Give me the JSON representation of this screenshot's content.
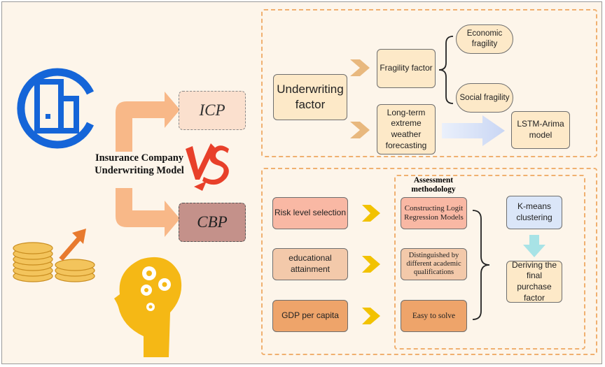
{
  "left": {
    "title_line1": "Insurance Company",
    "title_line2": "Underwriting Model",
    "icp": "ICP",
    "cbp": "CBP",
    "vs_icon": "vs-icon",
    "building_icon": "building-logo-icon",
    "coins_icon": "coins-growth-icon",
    "head_icon": "head-gears-icon"
  },
  "top": {
    "underwriting": "Underwriting factor",
    "fragility": "Fragility factor",
    "economic": "Economic fragility",
    "social": "Social fragility",
    "weather": "Long-term extreme weather forecasting",
    "lstm": "LSTM-Arima model"
  },
  "bottom": {
    "factors": [
      "Risk level selection",
      "educational attainment",
      "GDP per capita"
    ],
    "assessment_title": "Assessment methodology",
    "methods": [
      "Constructing Logit Regression Models",
      "Distinguished by different academic qualifications",
      "Easy to solve"
    ],
    "kmeans": "K-means clustering",
    "final": "Deriving the final purchase factor"
  },
  "colors": {
    "background": "#fdf5ea",
    "dash": "#f0b070",
    "cream_box": "#fde9c8",
    "blue_logo": "#1565d8",
    "head_yellow": "#f5b815",
    "vs_red": "#e8402a"
  }
}
